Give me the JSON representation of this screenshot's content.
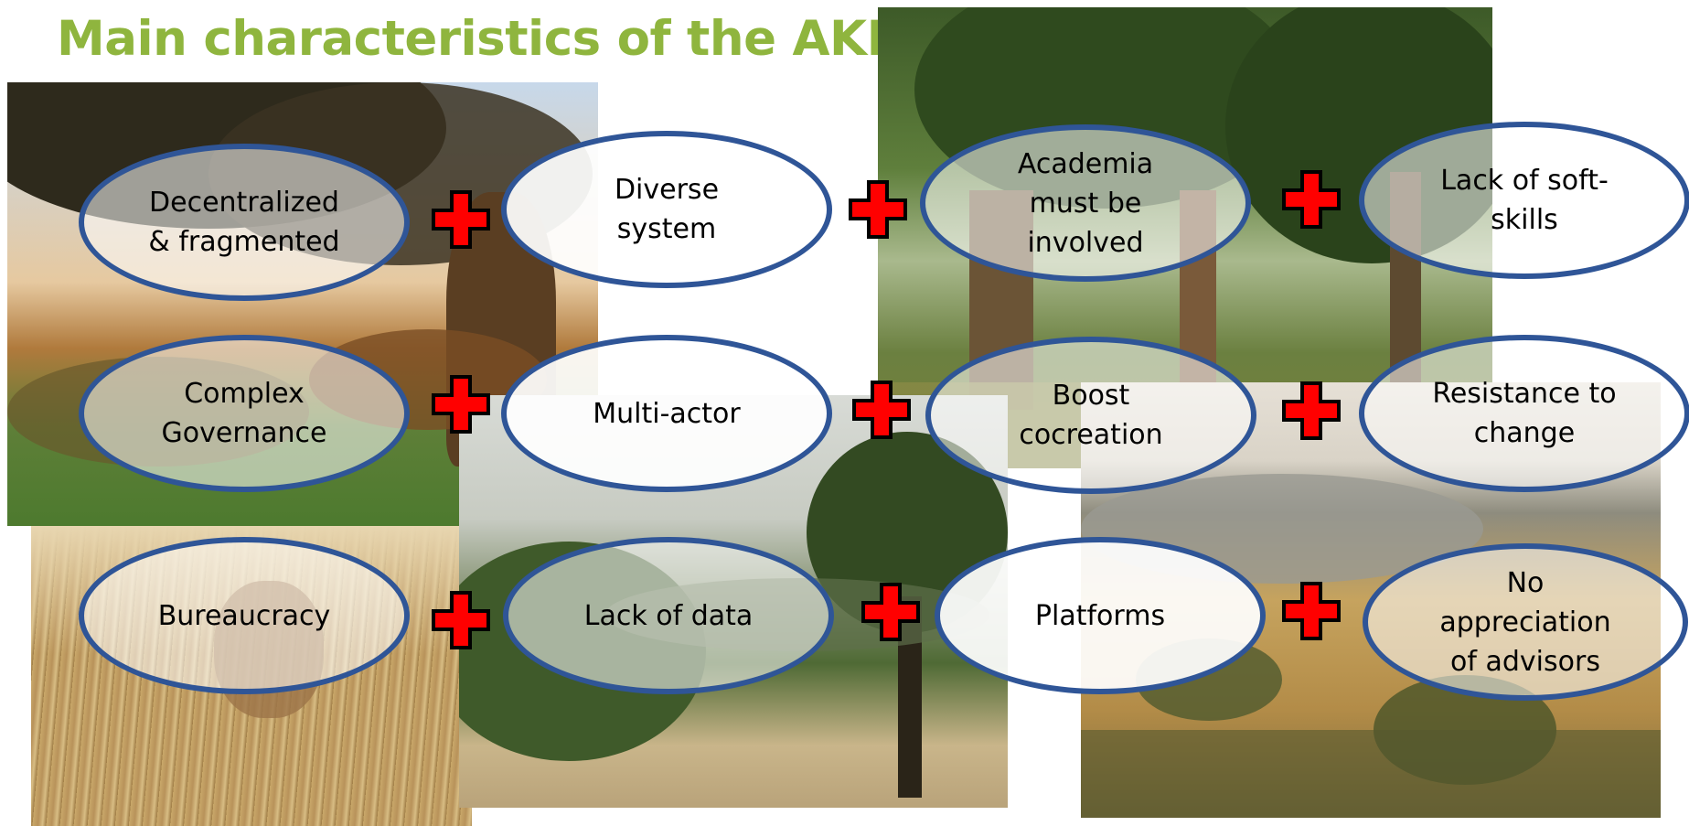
{
  "title": "Main characteristics of the AKIS",
  "colors": {
    "title": "#8fb53e",
    "oval_border": "#2f5597",
    "plus_fill": "#ff0000",
    "plus_outline": "#000000"
  },
  "icons": [
    "plus-icon"
  ],
  "photos": [
    "oak-tree-meadow-photo",
    "cork-oak-forest-photo",
    "deer-in-grass-photo",
    "mountain-valley-photo",
    "hillside-landscape-photo"
  ],
  "ovals": {
    "decentralized": "Decentralized\n& fragmented",
    "diverse": "Diverse\nsystem",
    "academia": "Academia\nmust be\ninvolved",
    "soft_skills": "Lack of soft-\nskills",
    "governance": "Complex\nGovernance",
    "multi_actor": "Multi-actor",
    "cocreation": "Boost\ncocreation",
    "resistance": "Resistance to\nchange",
    "bureaucracy": "Bureaucracy",
    "lack_data": "Lack of data",
    "platforms": "Platforms",
    "advisors": "No\nappreciation\nof advisors"
  }
}
